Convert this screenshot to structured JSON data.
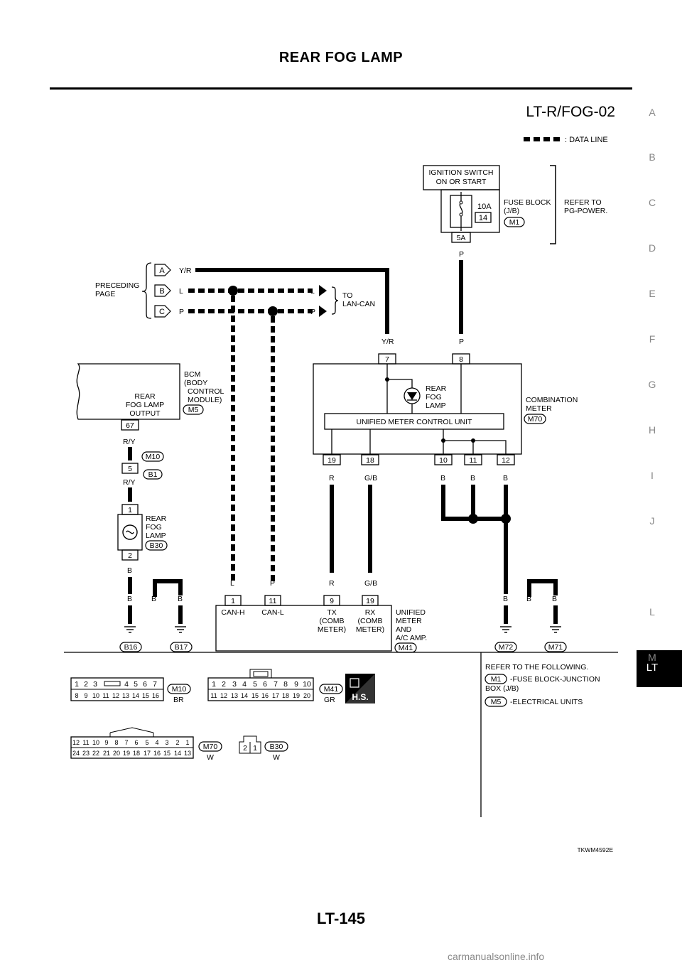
{
  "header": {
    "title": "REAR FOG LAMP"
  },
  "footer": {
    "page_number": "LT-145"
  },
  "diagram": {
    "code": "LT-R/FOG-02",
    "legend": ": DATA LINE",
    "figure_id": "TKWM4592E",
    "ignition_switch": {
      "line1": "IGNITION SWITCH",
      "line2": "ON OR START"
    },
    "fuse": {
      "rating": "10A",
      "number": "14",
      "terminal": "5A"
    },
    "fuse_block": {
      "line1": "FUSE BLOCK",
      "line2": "(J/B)",
      "connector": "M1"
    },
    "refer_pg": {
      "line1": "REFER TO",
      "line2": "PG-POWER."
    },
    "preceding": {
      "line1": "PRECEDING",
      "line2": "PAGE",
      "a": "A",
      "b": "B",
      "c": "C"
    },
    "to_lan": {
      "line1": "TO",
      "line2": "LAN-CAN"
    },
    "bcm": {
      "line1": "BCM",
      "line2": "(BODY",
      "line3": "CONTROL",
      "line4": "MODULE)",
      "connector": "M5",
      "output1": "REAR",
      "output2": "FOG LAMP",
      "output3": "OUTPUT",
      "terminal": "67"
    },
    "m10": {
      "connector": "M10",
      "terminal": "5",
      "mate": "B1"
    },
    "rear_fog": {
      "line1": "REAR",
      "line2": "FOG",
      "line3": "LAMP",
      "connector": "B30",
      "t1": "1",
      "t2": "2"
    },
    "combination_meter": {
      "line1": "COMBINATION",
      "line2": "METER",
      "connector": "M70",
      "lamp1": "REAR",
      "lamp2": "FOG",
      "lamp3": "LAMP",
      "control": "UNIFIED METER CONTROL UNIT",
      "t7": "7",
      "t8": "8",
      "t19": "19",
      "t18": "18",
      "t10": "10",
      "t11": "11",
      "t12": "12"
    },
    "unified": {
      "line1": "UNIFIED",
      "line2": "METER",
      "line3": "AND",
      "line4": "A/C AMP.",
      "connector": "M41",
      "t1": "1",
      "t11": "11",
      "t9": "9",
      "t19": "19",
      "can_h": "CAN-H",
      "can_l": "CAN-L",
      "tx1": "TX",
      "tx2": "(COMB",
      "tx3": "METER)",
      "rx1": "RX",
      "rx2": "(COMB",
      "rx3": "METER)"
    },
    "wires": {
      "yr": "Y/R",
      "l": "L",
      "p": "P",
      "r": "R",
      "gb": "G/B",
      "b": "B",
      "ry": "R/Y"
    },
    "grounds": {
      "b16": "B16",
      "b17": "B17",
      "m72": "M72",
      "m71": "M71"
    },
    "refer_list": {
      "title": "REFER TO THE FOLLOWING.",
      "item1_conn": "M1",
      "item1_text1": "-FUSE BLOCK-JUNCTION",
      "item1_text2": "BOX (J/B)",
      "item2_conn": "M5",
      "item2_text": "-ELECTRICAL UNITS"
    },
    "connectors": {
      "m10": {
        "name": "M10",
        "color": "BR",
        "row1": [
          "1",
          "2",
          "3",
          "",
          "4",
          "5",
          "6",
          "7"
        ],
        "row2": [
          "8",
          "9",
          "10",
          "11",
          "12",
          "13",
          "14",
          "15",
          "16"
        ]
      },
      "m41": {
        "name": "M41",
        "color": "GR",
        "row1": [
          "1",
          "2",
          "3",
          "4",
          "5",
          "6",
          "7",
          "8",
          "9",
          "10"
        ],
        "row2": [
          "11",
          "12",
          "13",
          "14",
          "15",
          "16",
          "17",
          "18",
          "19",
          "20"
        ]
      },
      "m70": {
        "name": "M70",
        "color": "W",
        "row1": [
          "12",
          "11",
          "10",
          "9",
          "8",
          "7",
          "6",
          "5",
          "4",
          "3",
          "2",
          "1"
        ],
        "row2": [
          "24",
          "23",
          "22",
          "21",
          "20",
          "19",
          "18",
          "17",
          "16",
          "15",
          "14",
          "13"
        ]
      },
      "b30": {
        "name": "B30",
        "color": "W",
        "row1": [
          "2",
          "1"
        ]
      },
      "hs": "H.S."
    }
  },
  "sidebar": {
    "letters": [
      "A",
      "B",
      "C",
      "D",
      "E",
      "F",
      "G",
      "H",
      "I",
      "J",
      "LT",
      "L",
      "M"
    ],
    "active": "LT"
  },
  "watermark": "carmanualsonline.info"
}
